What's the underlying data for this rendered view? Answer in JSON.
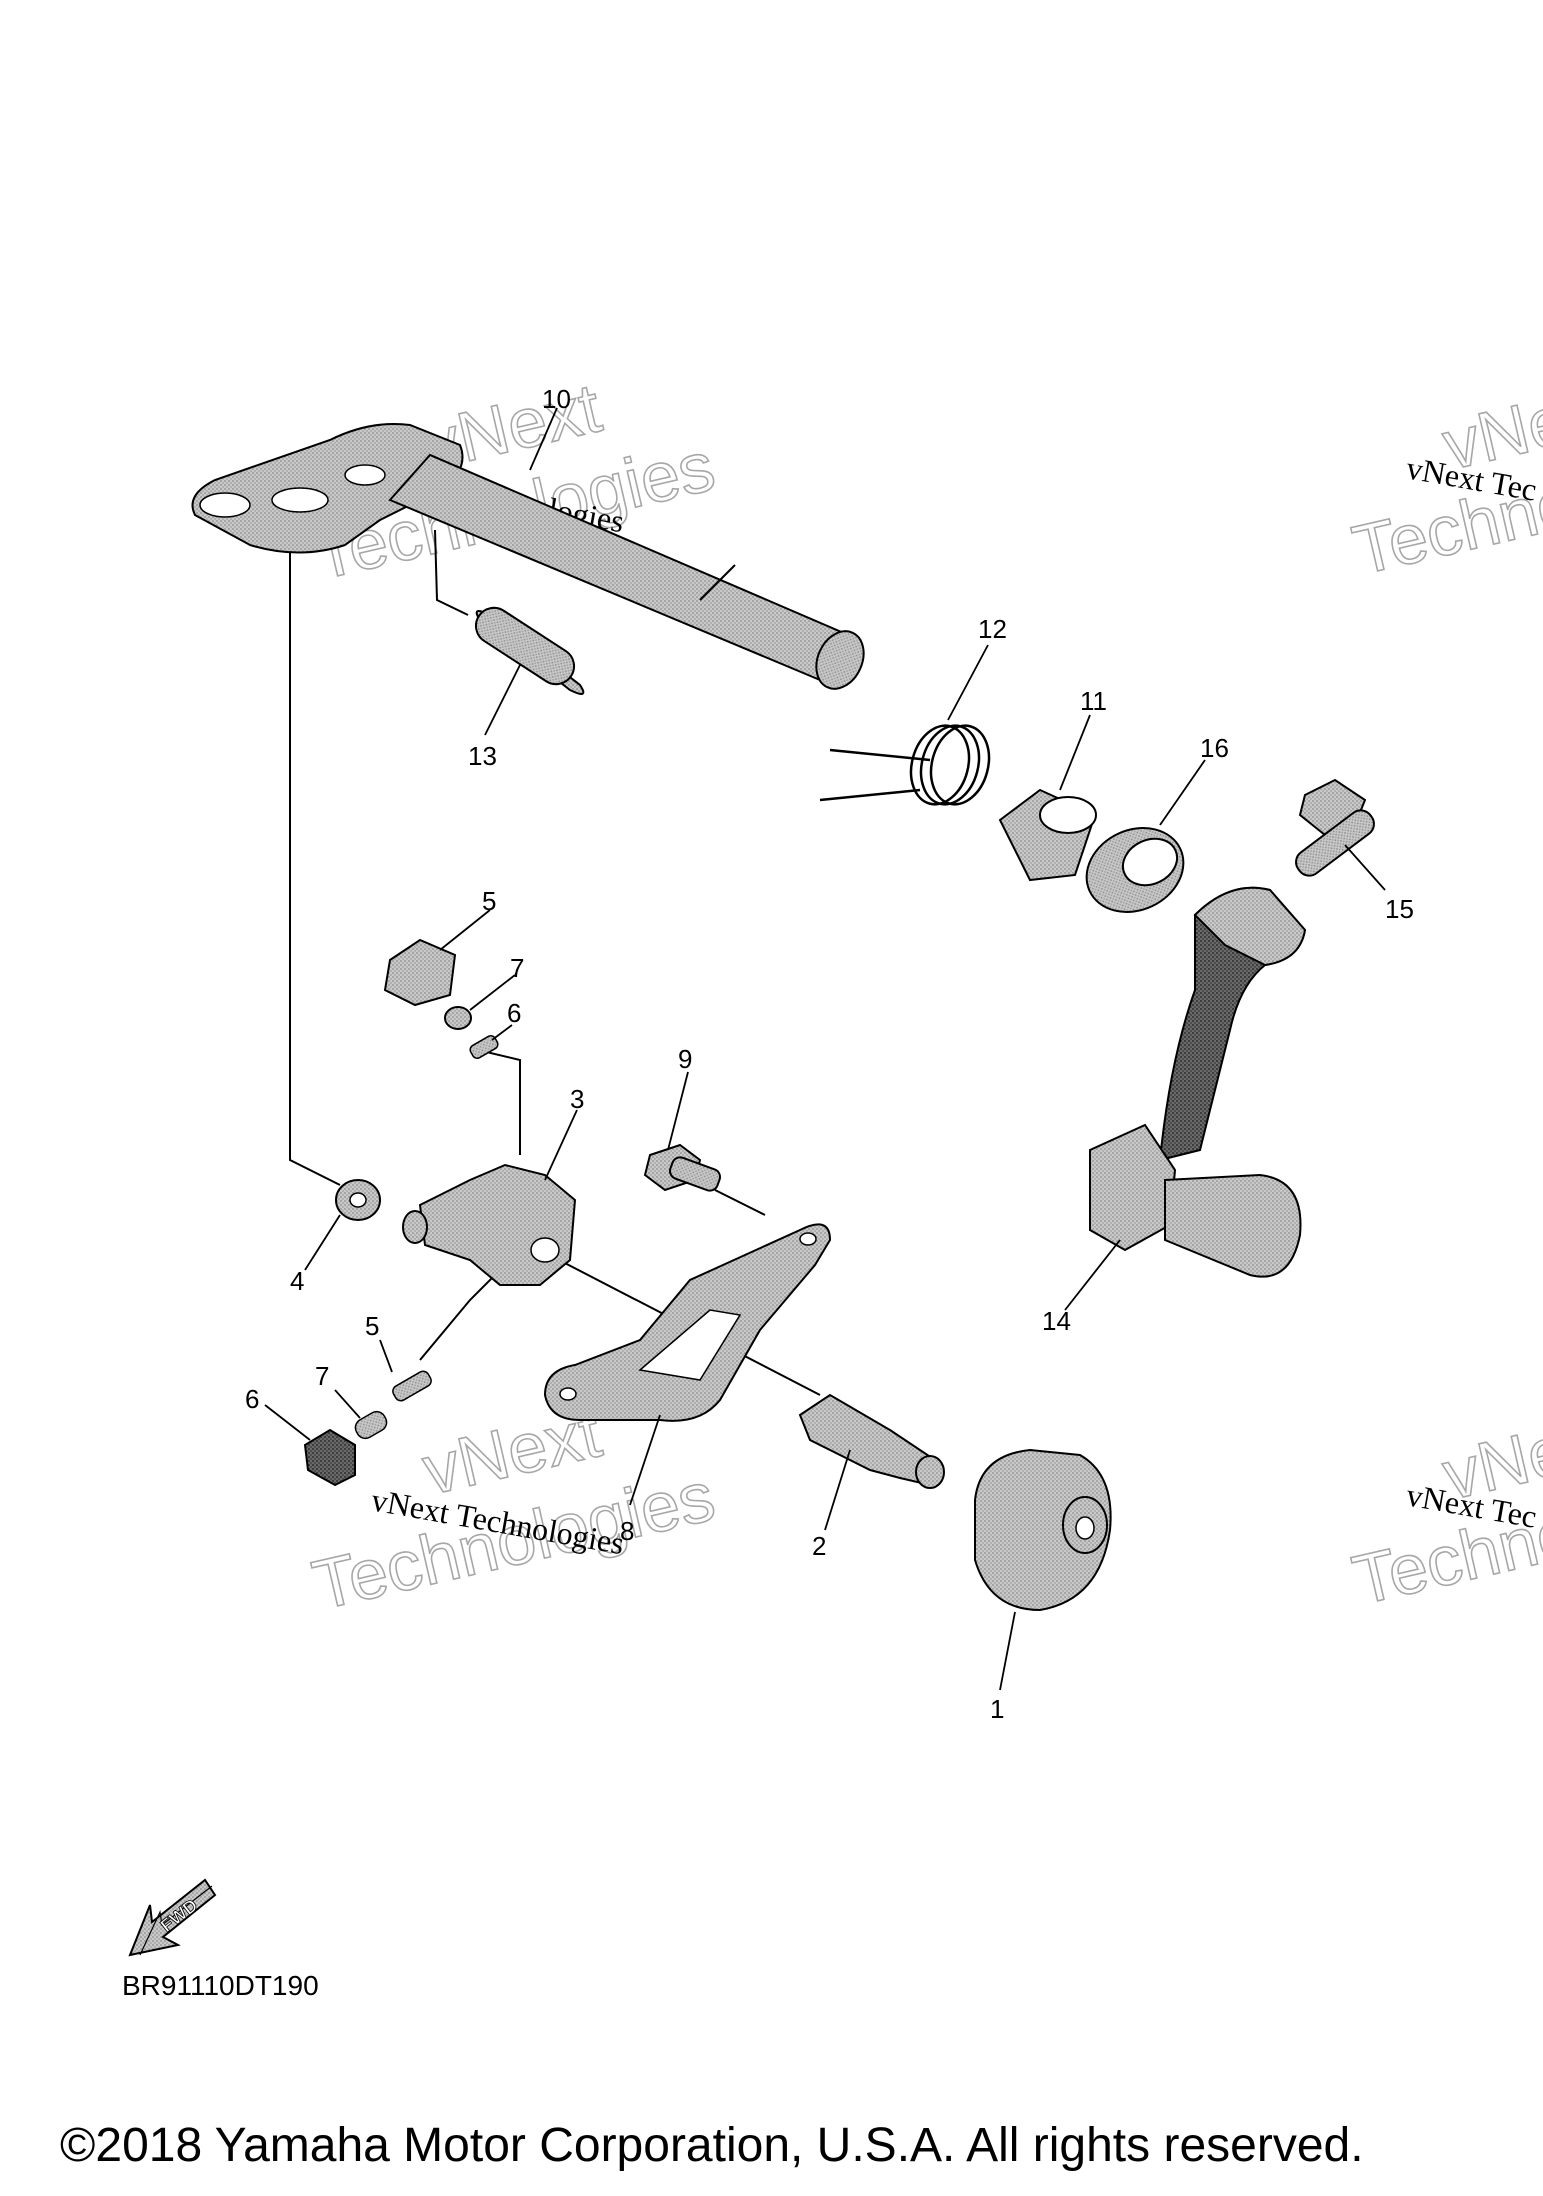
{
  "diagram_code": "BR91110DT190",
  "copyright": "©2018 Yamaha Motor Corporation, U.S.A. All rights reserved.",
  "fwd_label": "FWD",
  "watermark": {
    "line1": "vNext Technologies",
    "big_top": "vNext",
    "big_bottom": "Technologies",
    "cut1": "vNext Tec",
    "cut_big_top": "vNe",
    "cut_big_bottom": "Techno"
  },
  "part_numbers": [
    "1",
    "2",
    "3",
    "4",
    "5",
    "6",
    "7",
    "8",
    "9",
    "10",
    "11",
    "12",
    "13",
    "14",
    "15",
    "16",
    "5",
    "6",
    "7"
  ],
  "colors": {
    "part_fill": "#bdbdbd",
    "part_dark": "#7a7a7a",
    "line": "#000000"
  }
}
